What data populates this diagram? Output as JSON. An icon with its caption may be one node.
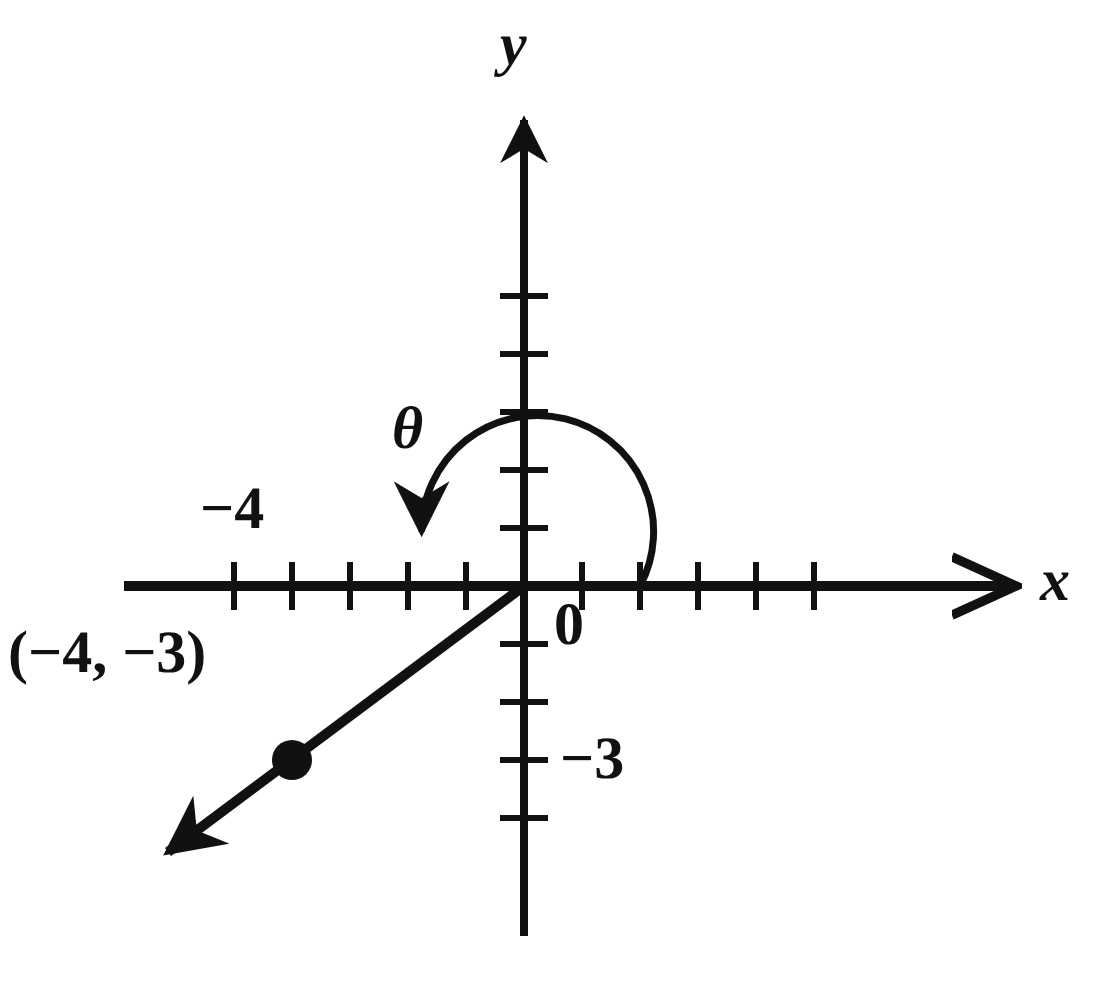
{
  "diagram": {
    "labels": [
      "y",
      "θ",
      "−4",
      "x",
      "(−4, −3)",
      "0",
      "−3"
    ]
  }
}
